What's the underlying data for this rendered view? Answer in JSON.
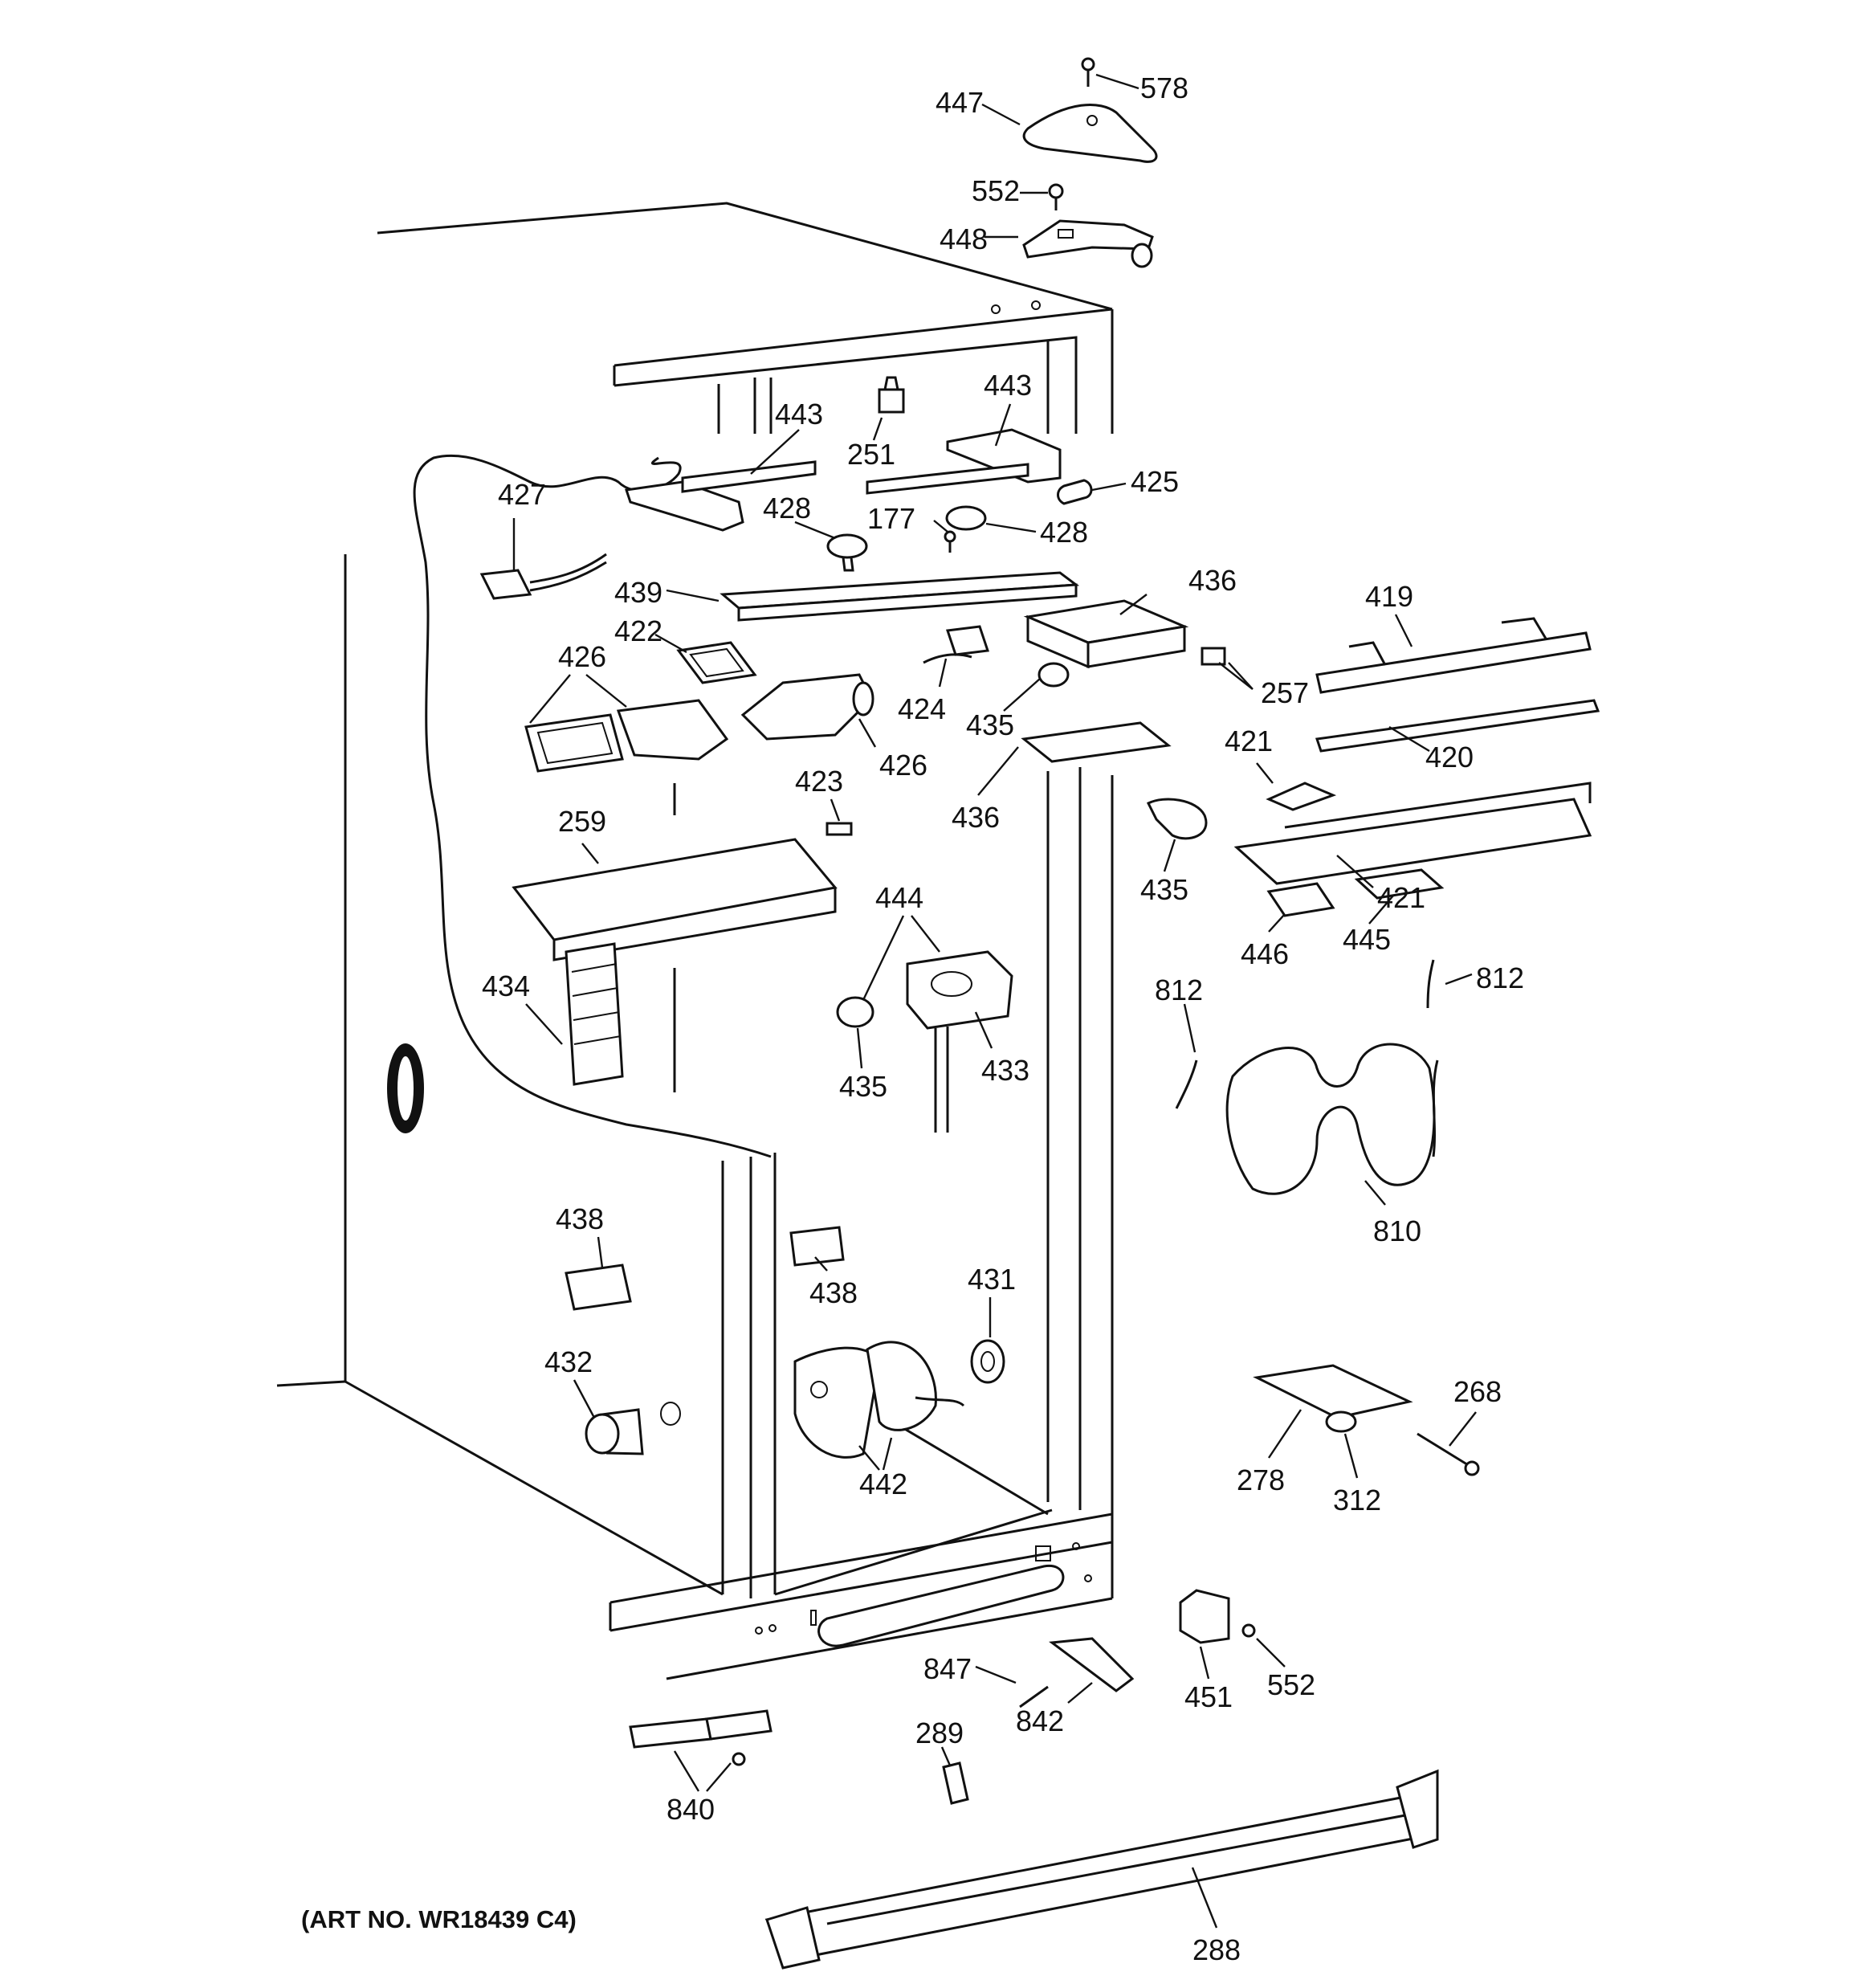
{
  "art_number": "(ART NO. WR18439 C4)",
  "parts": [
    {
      "id": "p578",
      "num": "578"
    },
    {
      "id": "p447",
      "num": "447"
    },
    {
      "id": "p552a",
      "num": "552"
    },
    {
      "id": "p448",
      "num": "448"
    },
    {
      "id": "p443a",
      "num": "443"
    },
    {
      "id": "p251",
      "num": "251"
    },
    {
      "id": "p443b",
      "num": "443"
    },
    {
      "id": "p425",
      "num": "425"
    },
    {
      "id": "p427",
      "num": "427"
    },
    {
      "id": "p428a",
      "num": "428"
    },
    {
      "id": "p177",
      "num": "177"
    },
    {
      "id": "p428b",
      "num": "428"
    },
    {
      "id": "p439",
      "num": "439"
    },
    {
      "id": "p436a",
      "num": "436"
    },
    {
      "id": "p419",
      "num": "419"
    },
    {
      "id": "p422",
      "num": "422"
    },
    {
      "id": "p426a",
      "num": "426"
    },
    {
      "id": "p424",
      "num": "424"
    },
    {
      "id": "p257",
      "num": "257"
    },
    {
      "id": "p435a",
      "num": "435"
    },
    {
      "id": "p426b",
      "num": "426"
    },
    {
      "id": "p421a",
      "num": "421"
    },
    {
      "id": "p420",
      "num": "420"
    },
    {
      "id": "p423",
      "num": "423"
    },
    {
      "id": "p436b",
      "num": "436"
    },
    {
      "id": "p259",
      "num": "259"
    },
    {
      "id": "p435b",
      "num": "435"
    },
    {
      "id": "p421b",
      "num": "421"
    },
    {
      "id": "p444",
      "num": "444"
    },
    {
      "id": "p446",
      "num": "446"
    },
    {
      "id": "p445",
      "num": "445"
    },
    {
      "id": "p434",
      "num": "434"
    },
    {
      "id": "p812a",
      "num": "812"
    },
    {
      "id": "p812b",
      "num": "812"
    },
    {
      "id": "p435c",
      "num": "435"
    },
    {
      "id": "p433",
      "num": "433"
    },
    {
      "id": "p810",
      "num": "810"
    },
    {
      "id": "p438a",
      "num": "438"
    },
    {
      "id": "p438b",
      "num": "438"
    },
    {
      "id": "p431",
      "num": "431"
    },
    {
      "id": "p432",
      "num": "432"
    },
    {
      "id": "p268",
      "num": "268"
    },
    {
      "id": "p442",
      "num": "442"
    },
    {
      "id": "p278",
      "num": "278"
    },
    {
      "id": "p312",
      "num": "312"
    },
    {
      "id": "p847",
      "num": "847"
    },
    {
      "id": "p842",
      "num": "842"
    },
    {
      "id": "p451",
      "num": "451"
    },
    {
      "id": "p552b",
      "num": "552"
    },
    {
      "id": "p289",
      "num": "289"
    },
    {
      "id": "p840",
      "num": "840"
    },
    {
      "id": "p288",
      "num": "288"
    }
  ]
}
